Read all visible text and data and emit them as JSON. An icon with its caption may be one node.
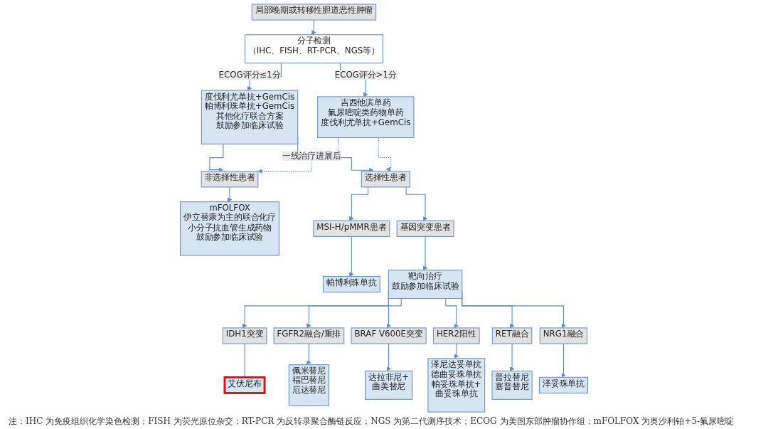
{
  "diagram": {
    "nodes": [
      {
        "text": [
          "局部晚期或转移性胆道恶性肿瘤"
        ]
      },
      {
        "text": [
          "分子检测",
          "（IHC、FISH、RT-PCR、NGS等）"
        ]
      },
      {
        "text": [
          "度伐利尤单抗+GemCis",
          "帕博利珠单抗+GemCis",
          "其他化疗联合方案",
          "鼓励参加临床试验"
        ]
      },
      {
        "text": [
          "吉西他滨单药",
          "氟尿嘧啶类药物单药",
          "度伐利尤单抗+GemCis"
        ]
      },
      {
        "text": [
          "非选择性患者"
        ]
      },
      {
        "text": [
          "选择性患者"
        ]
      },
      {
        "text": [
          "mFOLFOX",
          "伊立替康为主的联合化疗",
          "小分子抗血管生成药物",
          "鼓励参加临床试验"
        ]
      },
      {
        "text": [
          "MSI-H/pMMR患者"
        ]
      },
      {
        "text": [
          "基因突变患者"
        ]
      },
      {
        "text": [
          "帕博利珠单抗"
        ]
      },
      {
        "text": [
          "靶向治疗",
          "鼓励参加临床试验"
        ]
      },
      {
        "text": [
          "IDH1突变"
        ]
      },
      {
        "text": [
          "艾伏尼布"
        ]
      },
      {
        "text": [
          "FGFR2融合/重排"
        ]
      },
      {
        "text": [
          "佩米替尼",
          "福巴替尼",
          "厄达替尼"
        ]
      },
      {
        "text": [
          "BRAF V600E突变"
        ]
      },
      {
        "text": [
          "达拉非尼+",
          "曲美替尼"
        ]
      },
      {
        "text": [
          "HER2阳性"
        ]
      },
      {
        "text": [
          "泽尼达妥单抗",
          "德曲妥珠单抗",
          "帕妥珠单抗+",
          "曲妥珠单抗"
        ]
      },
      {
        "text": [
          "RET融合"
        ]
      },
      {
        "text": [
          "普拉替尼",
          "塞普替尼"
        ]
      },
      {
        "text": [
          "NRG1融合"
        ]
      },
      {
        "text": [
          "泽妥珠单抗"
        ]
      }
    ],
    "edges": [
      {
        "from": 0,
        "to": 1,
        "arrow": "to"
      },
      {
        "from": 1,
        "to": 2,
        "arrow": "to",
        "label": "ECOG评分≤1分"
      },
      {
        "from": 1,
        "to": 3,
        "arrow": "to",
        "label": "ECOG评分>1分"
      },
      {
        "from": 2,
        "to": 4,
        "arrow": "to"
      },
      {
        "from": 2,
        "to": 5,
        "arrow": "to"
      },
      {
        "from": 3,
        "to": 4,
        "arrow": "to",
        "style": "dashed",
        "label": "一线治疗进展后"
      },
      {
        "from": 3,
        "to": 5,
        "arrow": "to",
        "style": "dashed"
      },
      {
        "from": 4,
        "to": 6,
        "arrow": "to"
      },
      {
        "from": 5,
        "to": 7,
        "arrow": "to"
      },
      {
        "from": 5,
        "to": 8,
        "arrow": "to"
      },
      {
        "from": 7,
        "to": 9,
        "arrow": "to"
      },
      {
        "from": 8,
        "to": 10,
        "arrow": "to"
      },
      {
        "from": 10,
        "to": 11,
        "arrow": "to"
      },
      {
        "from": 10,
        "to": 13,
        "arrow": "to"
      },
      {
        "from": 10,
        "to": 15,
        "arrow": "to"
      },
      {
        "from": 10,
        "to": 17,
        "arrow": "to"
      },
      {
        "from": 10,
        "to": 19,
        "arrow": "to"
      },
      {
        "from": 10,
        "to": 21,
        "arrow": "to"
      },
      {
        "from": 11,
        "to": 12,
        "arrow": "none"
      },
      {
        "from": 13,
        "to": 14,
        "arrow": "to"
      },
      {
        "from": 15,
        "to": 16,
        "arrow": "to"
      },
      {
        "from": 17,
        "to": 18,
        "arrow": "to"
      },
      {
        "from": 19,
        "to": 20,
        "arrow": "to"
      },
      {
        "from": 21,
        "to": 22,
        "arrow": "to"
      }
    ],
    "labels": [
      "注：IHC 为免疫组织化学染色检测；FISH 为荧光原位杂交；RT-PCR 为反转录聚合酶链反应；NGS 为第二代测序技术；ECOG 为美国东部肿瘤协作组；mFOLFOX 为奥沙利铂+5-氟尿嘧啶"
    ]
  }
}
